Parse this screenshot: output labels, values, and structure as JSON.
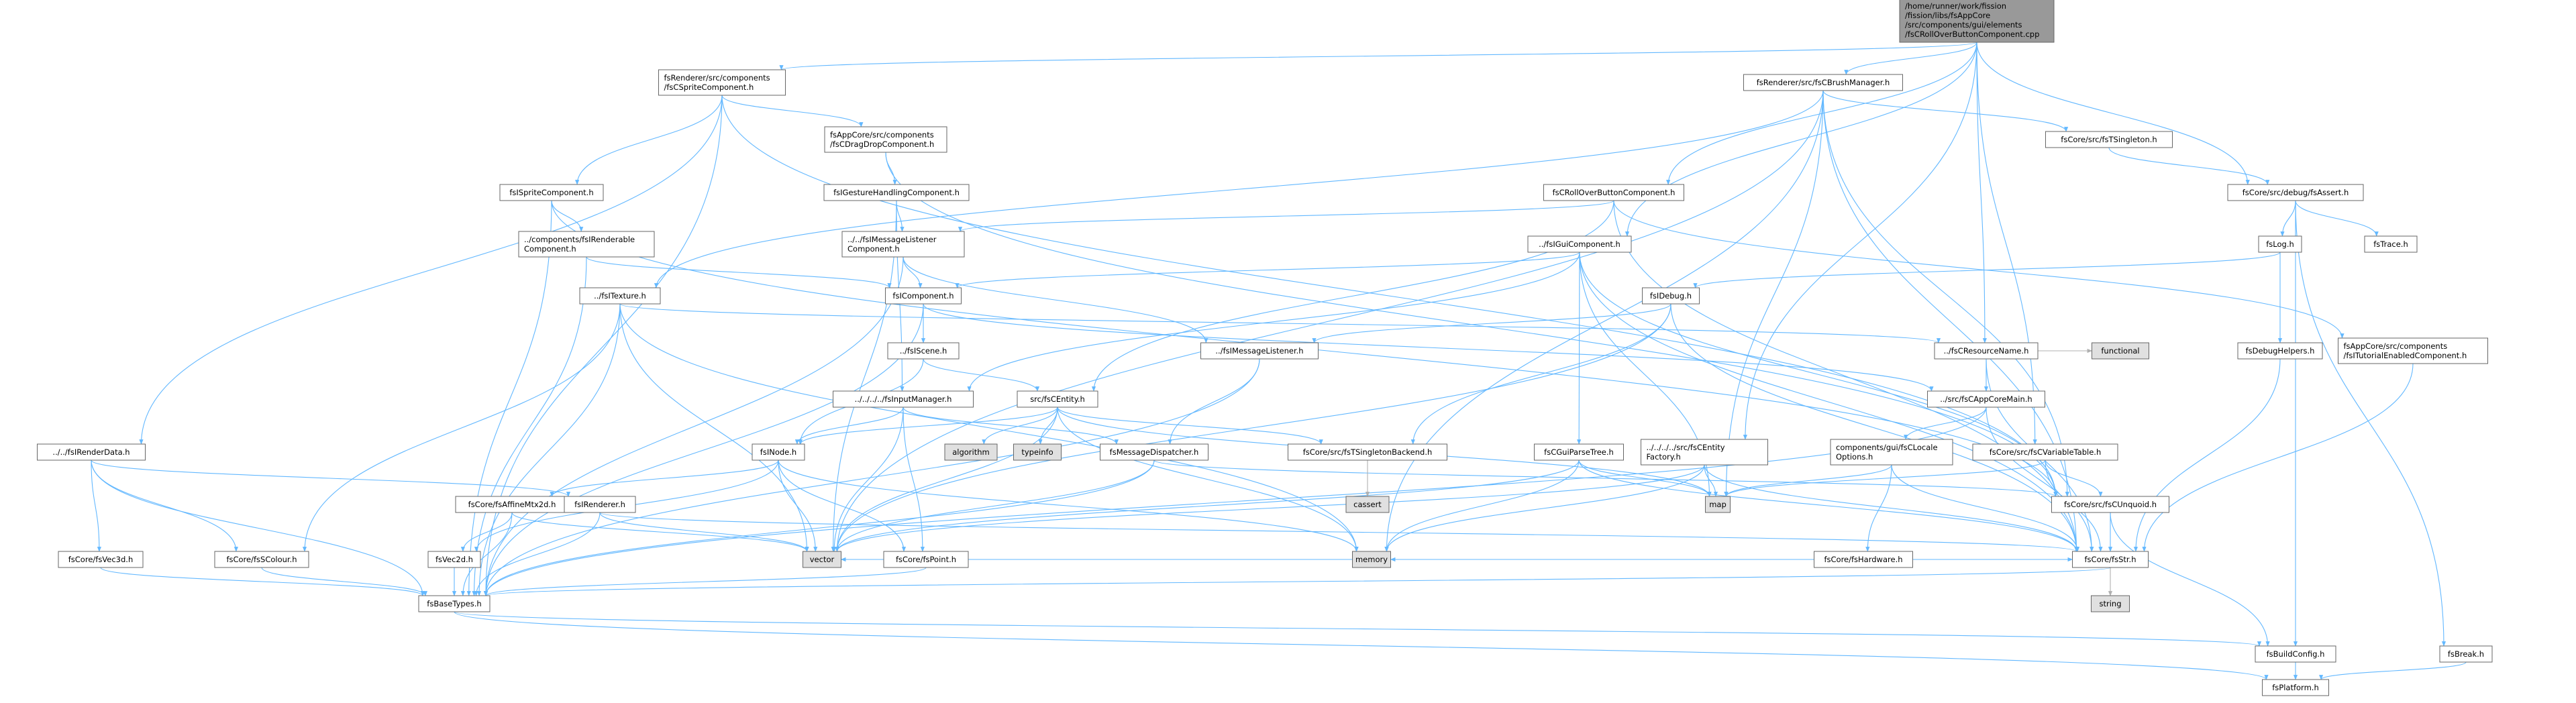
{
  "colors": {
    "node_fill": "#ffffff",
    "root_fill": "#999999",
    "system_fill": "#e0e0e0",
    "edge": "#63b8ff",
    "system_edge": "#b0b0b0"
  },
  "nodes": [
    {
      "id": "root",
      "lines": [
        "/home/runner/work/fission",
        "/fission/libs/fsAppCore",
        "/src/components/gui/elements",
        "/fsCRollOverButtonComponent.cpp"
      ],
      "kind": "root"
    },
    {
      "id": "sprite_comp_r",
      "lines": [
        "fsRenderer/src/components",
        "/fsCSpriteComponent.h"
      ]
    },
    {
      "id": "brush_mgr",
      "lines": [
        "fsRenderer/src/fsCBrushManager.h"
      ]
    },
    {
      "id": "rollover",
      "lines": [
        "fsCRollOverButtonComponent.h"
      ]
    },
    {
      "id": "gui_comp",
      "lines": [
        "../fsIGuiComponent.h"
      ]
    },
    {
      "id": "resname",
      "lines": [
        "../fsCResourceName.h"
      ]
    },
    {
      "id": "tsingleton",
      "lines": [
        "fsCore/src/fsTSingleton.h"
      ]
    },
    {
      "id": "assert",
      "lines": [
        "fsCore/src/debug/fsAssert.h"
      ]
    },
    {
      "id": "isprite",
      "lines": [
        "fsISpriteComponent.h"
      ]
    },
    {
      "id": "renderable",
      "lines": [
        "../components/fsIRenderable",
        "Component.h"
      ]
    },
    {
      "id": "dragdrop",
      "lines": [
        "fsAppCore/src/components",
        "/fsCDragDropComponent.h"
      ]
    },
    {
      "id": "gesture",
      "lines": [
        "fsIGestureHandlingComponent.h"
      ]
    },
    {
      "id": "msglistener_comp",
      "lines": [
        "../../fsIMessageListener",
        "Component.h"
      ]
    },
    {
      "id": "icomponent",
      "lines": [
        "fsIComponent.h"
      ]
    },
    {
      "id": "itexture",
      "lines": [
        "../fsITexture.h"
      ]
    },
    {
      "id": "idebug",
      "lines": [
        "fsIDebug.h"
      ]
    },
    {
      "id": "log",
      "lines": [
        "fsLog.h"
      ]
    },
    {
      "id": "trace",
      "lines": [
        "fsTrace.h"
      ]
    },
    {
      "id": "tutorial",
      "lines": [
        "fsAppCore/src/components",
        "/fsITutorialEnabledComponent.h"
      ]
    },
    {
      "id": "debughelpers",
      "lines": [
        "fsDebugHelpers.h"
      ]
    },
    {
      "id": "iscene",
      "lines": [
        "../fsIScene.h"
      ]
    },
    {
      "id": "imsglistener",
      "lines": [
        "../fsIMessageListener.h"
      ]
    },
    {
      "id": "appcoremain",
      "lines": [
        "../src/fsCAppCoreMain.h"
      ]
    },
    {
      "id": "functional",
      "lines": [
        "functional"
      ],
      "kind": "system"
    },
    {
      "id": "irenderdata",
      "lines": [
        "../../fsIRenderData.h"
      ]
    },
    {
      "id": "inputmgr",
      "lines": [
        "../../../../fsInputManager.h"
      ]
    },
    {
      "id": "centity",
      "lines": [
        "src/fsCEntity.h"
      ]
    },
    {
      "id": "guiparsetree",
      "lines": [
        "fsCGuiParseTree.h"
      ]
    },
    {
      "id": "entityfactory",
      "lines": [
        "../../../../src/fsCEntity",
        "Factory.h"
      ]
    },
    {
      "id": "locale",
      "lines": [
        "components/gui/fsCLocale",
        "Options.h"
      ]
    },
    {
      "id": "varsetable",
      "lines": [
        "fsCore/src/fsCVariableTable.h"
      ]
    },
    {
      "id": "inode",
      "lines": [
        "fsINode.h"
      ]
    },
    {
      "id": "algorithm",
      "lines": [
        "algorithm"
      ],
      "kind": "system"
    },
    {
      "id": "typeinfo",
      "lines": [
        "typeinfo"
      ],
      "kind": "system"
    },
    {
      "id": "msgdispatcher",
      "lines": [
        "fsMessageDispatcher.h"
      ]
    },
    {
      "id": "tsingletonbackend",
      "lines": [
        "fsCore/src/fsTSingletonBackend.h"
      ]
    },
    {
      "id": "cassert",
      "lines": [
        "cassert"
      ],
      "kind": "system"
    },
    {
      "id": "map",
      "lines": [
        "map"
      ],
      "kind": "system"
    },
    {
      "id": "hardware",
      "lines": [
        "fsCore/fsHardware.h"
      ]
    },
    {
      "id": "cunquoid",
      "lines": [
        "fsCore/src/fsCUnquoid.h"
      ]
    },
    {
      "id": "colour",
      "lines": [
        "fsCore/fsSColour.h"
      ]
    },
    {
      "id": "affine",
      "lines": [
        "fsCore/fsAffineMtx2d.h"
      ]
    },
    {
      "id": "irenderer",
      "lines": [
        "fsIRenderer.h"
      ]
    },
    {
      "id": "vec3d",
      "lines": [
        "fsCore/fsVec3d.h"
      ]
    },
    {
      "id": "vec2d",
      "lines": [
        "fsVec2d.h"
      ]
    },
    {
      "id": "vector",
      "lines": [
        "vector"
      ],
      "kind": "system"
    },
    {
      "id": "memory",
      "lines": [
        "memory"
      ],
      "kind": "system"
    },
    {
      "id": "point",
      "lines": [
        "fsCore/fsPoint.h"
      ]
    },
    {
      "id": "str",
      "lines": [
        "fsCore/fsStr.h"
      ]
    },
    {
      "id": "string",
      "lines": [
        "string"
      ],
      "kind": "system"
    },
    {
      "id": "basetypes",
      "lines": [
        "fsBaseTypes.h"
      ]
    },
    {
      "id": "buildconfig",
      "lines": [
        "fsBuildConfig.h"
      ]
    },
    {
      "id": "break",
      "lines": [
        "fsBreak.h"
      ]
    },
    {
      "id": "platform",
      "lines": [
        "fsPlatform.h"
      ]
    }
  ],
  "edges": [
    [
      "root",
      "sprite_comp_r"
    ],
    [
      "root",
      "brush_mgr"
    ],
    [
      "root",
      "rollover"
    ],
    [
      "root",
      "gui_comp"
    ],
    [
      "root",
      "resname"
    ],
    [
      "root",
      "assert"
    ],
    [
      "root",
      "entityfactory"
    ],
    [
      "root",
      "varsetable"
    ],
    [
      "sprite_comp_r",
      "isprite"
    ],
    [
      "sprite_comp_r",
      "dragdrop"
    ],
    [
      "sprite_comp_r",
      "irenderdata"
    ],
    [
      "sprite_comp_r",
      "basetypes"
    ],
    [
      "sprite_comp_r",
      "cunquoid"
    ],
    [
      "brush_mgr",
      "tsingleton"
    ],
    [
      "brush_mgr",
      "itexture"
    ],
    [
      "brush_mgr",
      "str"
    ],
    [
      "brush_mgr",
      "map"
    ],
    [
      "brush_mgr",
      "memory"
    ],
    [
      "brush_mgr",
      "vector"
    ],
    [
      "brush_mgr",
      "cunquoid"
    ],
    [
      "tsingleton",
      "assert"
    ],
    [
      "assert",
      "log"
    ],
    [
      "assert",
      "trace"
    ],
    [
      "assert",
      "break"
    ],
    [
      "assert",
      "buildconfig"
    ],
    [
      "log",
      "idebug"
    ],
    [
      "log",
      "debughelpers"
    ],
    [
      "debughelpers",
      "str"
    ],
    [
      "rollover",
      "msglistener_comp"
    ],
    [
      "rollover",
      "tutorial"
    ],
    [
      "rollover",
      "centity"
    ],
    [
      "rollover",
      "str"
    ],
    [
      "tutorial",
      "str"
    ],
    [
      "isprite",
      "renderable"
    ],
    [
      "isprite",
      "basetypes"
    ],
    [
      "isprite",
      "cunquoid"
    ],
    [
      "renderable",
      "icomponent"
    ],
    [
      "renderable",
      "basetypes"
    ],
    [
      "dragdrop",
      "gesture"
    ],
    [
      "dragdrop",
      "cunquoid"
    ],
    [
      "gesture",
      "msglistener_comp"
    ],
    [
      "gesture",
      "inputmgr"
    ],
    [
      "gesture",
      "vector"
    ],
    [
      "msglistener_comp",
      "icomponent"
    ],
    [
      "msglistener_comp",
      "imsglistener"
    ],
    [
      "msglistener_comp",
      "basetypes"
    ],
    [
      "gui_comp",
      "icomponent"
    ],
    [
      "gui_comp",
      "inputmgr"
    ],
    [
      "gui_comp",
      "guiparsetree"
    ],
    [
      "gui_comp",
      "map"
    ],
    [
      "gui_comp",
      "cunquoid"
    ],
    [
      "gui_comp",
      "str"
    ],
    [
      "icomponent",
      "iscene"
    ],
    [
      "icomponent",
      "appcoremain"
    ],
    [
      "icomponent",
      "basetypes"
    ],
    [
      "itexture",
      "resname"
    ],
    [
      "itexture",
      "colour"
    ],
    [
      "itexture",
      "vector"
    ],
    [
      "itexture",
      "memory"
    ],
    [
      "itexture",
      "basetypes"
    ],
    [
      "idebug",
      "imsglistener"
    ],
    [
      "idebug",
      "str"
    ],
    [
      "idebug",
      "tsingletonbackend"
    ],
    [
      "idebug",
      "vector"
    ],
    [
      "resname",
      "appcoremain"
    ],
    [
      "resname",
      "str"
    ],
    [
      "resname",
      "functional"
    ],
    [
      "iscene",
      "centity"
    ],
    [
      "iscene",
      "inode"
    ],
    [
      "imsglistener",
      "msgdispatcher"
    ],
    [
      "imsglistener",
      "basetypes"
    ],
    [
      "appcoremain",
      "locale"
    ],
    [
      "appcoremain",
      "str"
    ],
    [
      "appcoremain",
      "basetypes"
    ],
    [
      "locale",
      "hardware"
    ],
    [
      "locale",
      "map"
    ],
    [
      "locale",
      "str"
    ],
    [
      "hardware",
      "str"
    ],
    [
      "hardware",
      "vector"
    ],
    [
      "hardware",
      "memory"
    ],
    [
      "varsetable",
      "map"
    ],
    [
      "varsetable",
      "str"
    ],
    [
      "varsetable",
      "cunquoid"
    ],
    [
      "irenderdata",
      "colour"
    ],
    [
      "irenderdata",
      "vec3d"
    ],
    [
      "irenderdata",
      "irenderer"
    ],
    [
      "irenderdata",
      "basetypes"
    ],
    [
      "inputmgr",
      "inode"
    ],
    [
      "inputmgr",
      "msgdispatcher"
    ],
    [
      "inputmgr",
      "vector"
    ],
    [
      "inputmgr",
      "point"
    ],
    [
      "centity",
      "inode"
    ],
    [
      "centity",
      "algorithm"
    ],
    [
      "centity",
      "typeinfo"
    ],
    [
      "centity",
      "tsingletonbackend"
    ],
    [
      "centity",
      "memory"
    ],
    [
      "centity",
      "vector"
    ],
    [
      "centity",
      "map"
    ],
    [
      "guiparsetree",
      "map"
    ],
    [
      "guiparsetree",
      "vector"
    ],
    [
      "guiparsetree",
      "memory"
    ],
    [
      "guiparsetree",
      "str"
    ],
    [
      "entityfactory",
      "map"
    ],
    [
      "entityfactory",
      "memory"
    ],
    [
      "entityfactory",
      "vector"
    ],
    [
      "entityfactory",
      "str"
    ],
    [
      "inode",
      "affine"
    ],
    [
      "inode",
      "vector"
    ],
    [
      "inode",
      "memory"
    ],
    [
      "inode",
      "point"
    ],
    [
      "inode",
      "vec2d"
    ],
    [
      "msgdispatcher",
      "vector"
    ],
    [
      "msgdispatcher",
      "cunquoid"
    ],
    [
      "msgdispatcher",
      "basetypes"
    ],
    [
      "tsingletonbackend",
      "cassert"
    ],
    [
      "cunquoid",
      "str"
    ],
    [
      "cunquoid",
      "buildconfig"
    ],
    [
      "colour",
      "basetypes"
    ],
    [
      "affine",
      "vec2d"
    ],
    [
      "affine",
      "basetypes"
    ],
    [
      "affine",
      "vector"
    ],
    [
      "irenderer",
      "basetypes"
    ],
    [
      "irenderer",
      "vector"
    ],
    [
      "irenderer",
      "str"
    ],
    [
      "vec3d",
      "basetypes"
    ],
    [
      "vec2d",
      "basetypes"
    ],
    [
      "point",
      "basetypes"
    ],
    [
      "str",
      "basetypes"
    ],
    [
      "str",
      "string"
    ],
    [
      "basetypes",
      "buildconfig"
    ],
    [
      "basetypes",
      "platform"
    ],
    [
      "buildconfig",
      "platform"
    ],
    [
      "break",
      "platform"
    ]
  ]
}
